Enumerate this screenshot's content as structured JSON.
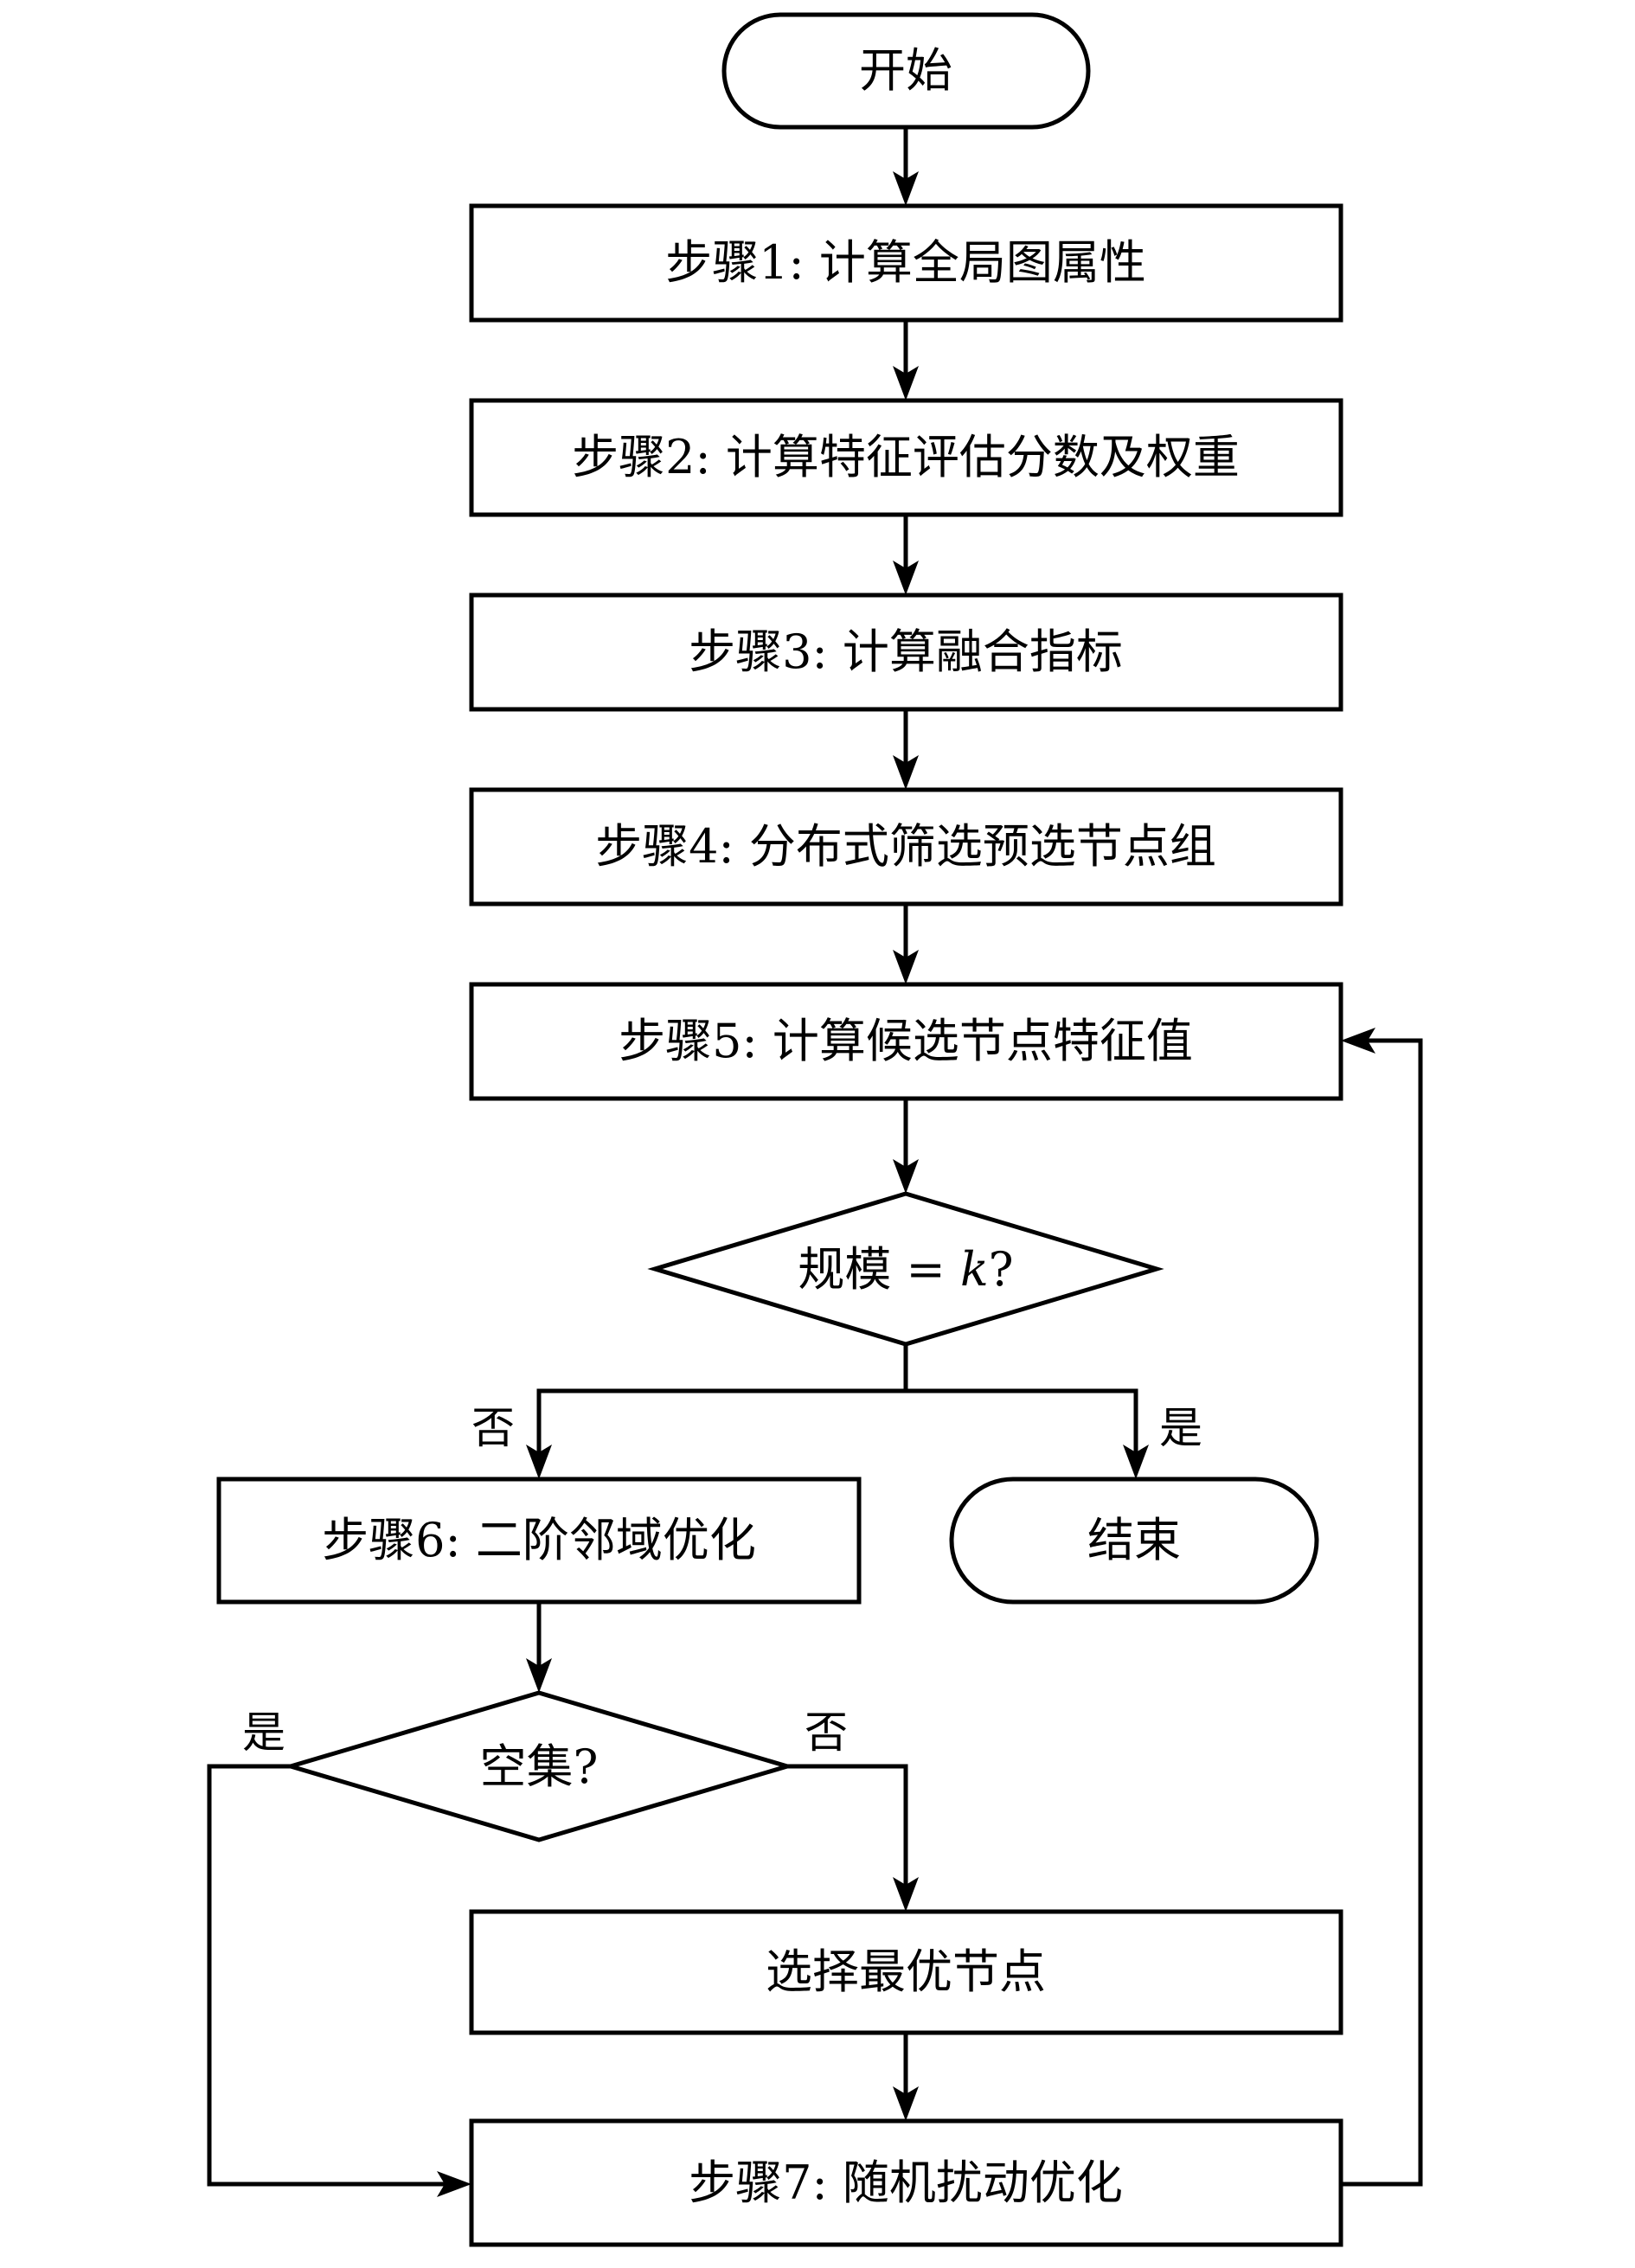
{
  "diagram": {
    "type": "flowchart",
    "nodes": {
      "start": {
        "label": "开始",
        "shape": "terminal"
      },
      "step1": {
        "label": "步骤1: 计算全局图属性",
        "shape": "process"
      },
      "step2": {
        "label": "步骤2: 计算特征评估分数及权重",
        "shape": "process"
      },
      "step3": {
        "label": "步骤3: 计算融合指标",
        "shape": "process"
      },
      "step4": {
        "label": "步骤4: 分布式筛选预选节点组",
        "shape": "process"
      },
      "step5": {
        "label": "步骤5: 计算候选节点特征值",
        "shape": "process"
      },
      "decision_size": {
        "label_prefix": "规模 = ",
        "label_var": "k",
        "label_suffix": "?",
        "shape": "decision"
      },
      "step6": {
        "label": "步骤6: 二阶邻域优化",
        "shape": "process"
      },
      "end": {
        "label": "结束",
        "shape": "terminal"
      },
      "decision_empty": {
        "label": "空集?",
        "shape": "decision"
      },
      "select_best": {
        "label": "选择最优节点",
        "shape": "process"
      },
      "step7": {
        "label": "步骤7: 随机扰动优化",
        "shape": "process"
      }
    },
    "edges": [
      {
        "from": "start",
        "to": "step1",
        "label": ""
      },
      {
        "from": "step1",
        "to": "step2",
        "label": ""
      },
      {
        "from": "step2",
        "to": "step3",
        "label": ""
      },
      {
        "from": "step3",
        "to": "step4",
        "label": ""
      },
      {
        "from": "step4",
        "to": "step5",
        "label": ""
      },
      {
        "from": "step5",
        "to": "decision_size",
        "label": ""
      },
      {
        "from": "decision_size",
        "to": "step6",
        "label": "否"
      },
      {
        "from": "decision_size",
        "to": "end",
        "label": "是"
      },
      {
        "from": "step6",
        "to": "decision_empty",
        "label": ""
      },
      {
        "from": "decision_empty",
        "to": "step7",
        "label": "是"
      },
      {
        "from": "decision_empty",
        "to": "select_best",
        "label": "否"
      },
      {
        "from": "select_best",
        "to": "step7",
        "label": ""
      },
      {
        "from": "step7",
        "to": "step5",
        "label": ""
      }
    ],
    "edge_labels": {
      "size_no": "否",
      "size_yes": "是",
      "empty_yes": "是",
      "empty_no": "否"
    }
  }
}
